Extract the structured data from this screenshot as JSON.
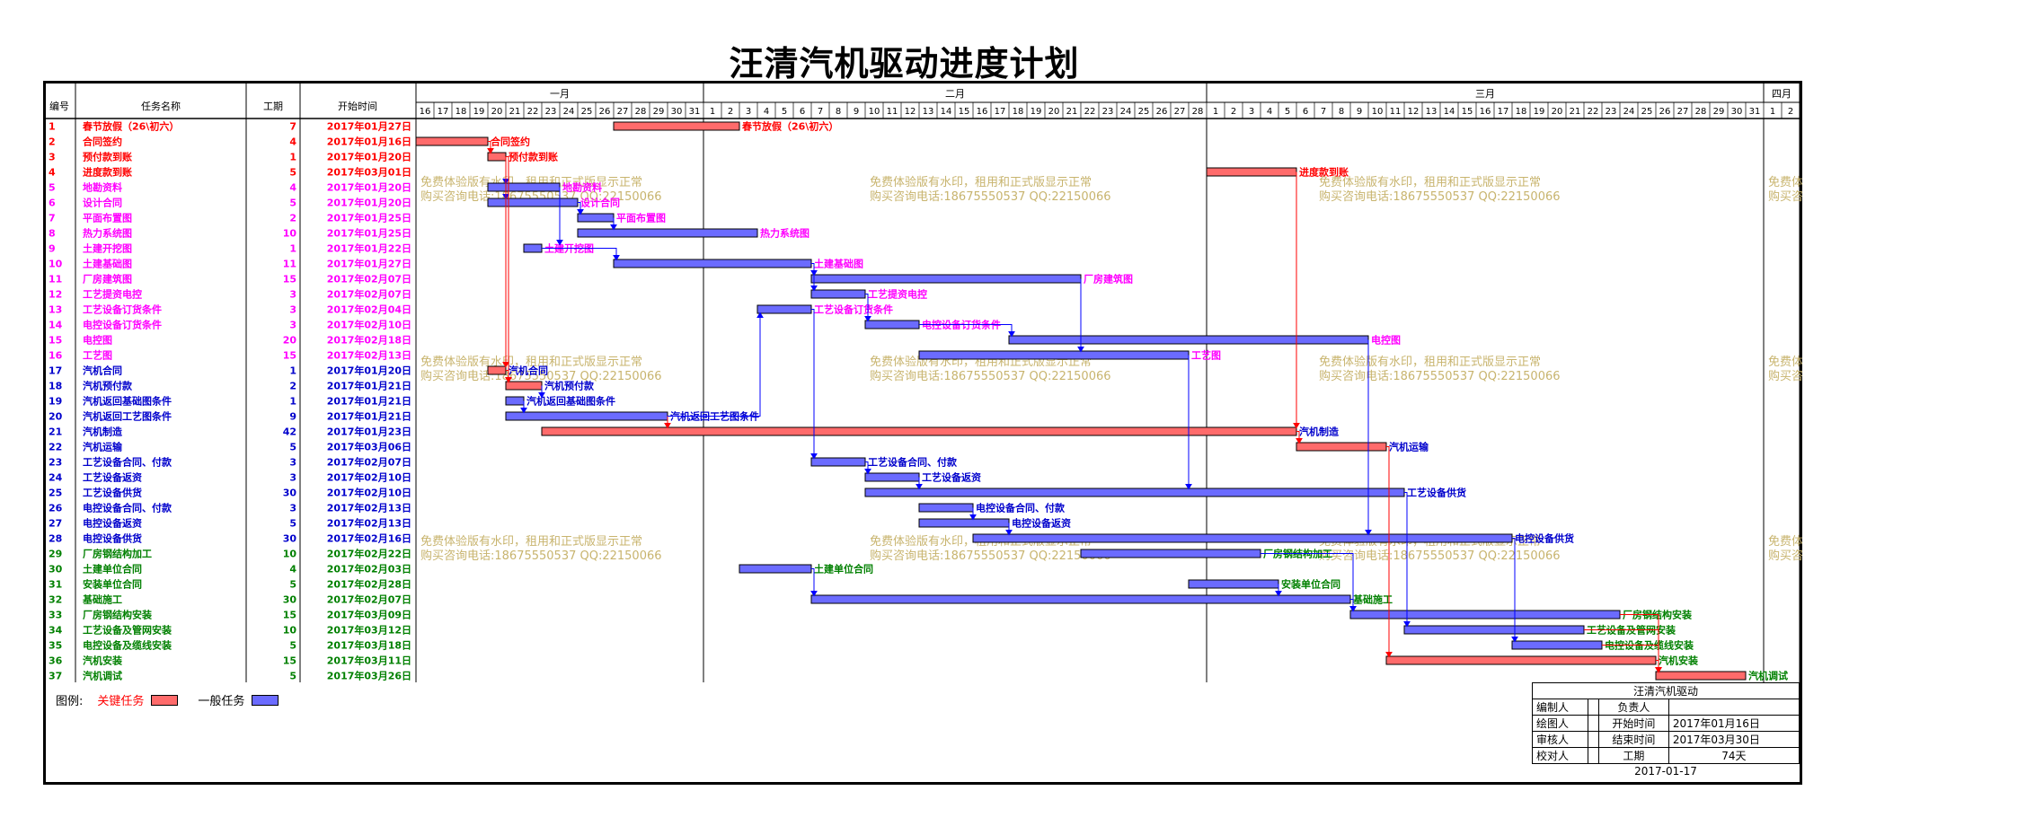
{
  "title": "汪清汽机驱动进度计划",
  "columns": {
    "id": "编号",
    "name": "任务名称",
    "duration": "工期",
    "start": "开始时间"
  },
  "months": [
    {
      "label": "一月",
      "days": [
        16,
        17,
        18,
        19,
        20,
        21,
        22,
        23,
        24,
        25,
        26,
        27,
        28,
        29,
        30,
        31
      ]
    },
    {
      "label": "二月",
      "days": [
        1,
        2,
        3,
        4,
        5,
        6,
        7,
        8,
        9,
        10,
        11,
        12,
        13,
        14,
        15,
        16,
        17,
        18,
        19,
        20,
        21,
        22,
        23,
        24,
        25,
        26,
        27,
        28
      ]
    },
    {
      "label": "三月",
      "days": [
        1,
        2,
        3,
        4,
        5,
        6,
        7,
        8,
        9,
        10,
        11,
        12,
        13,
        14,
        15,
        16,
        17,
        18,
        19,
        20,
        21,
        22,
        23,
        24,
        25,
        26,
        27,
        28,
        29,
        30,
        31
      ]
    },
    {
      "label": "四月",
      "days": [
        1,
        2
      ]
    }
  ],
  "colors": {
    "critical": "#ff6b6b",
    "normal": "#6b6bff",
    "red_text": "#ff0000",
    "magenta_text": "#ff00ff",
    "blue_text": "#0000cc",
    "green_text": "#008000",
    "watermark": "#c8b46e",
    "link": "#0000ff"
  },
  "tasks": [
    {
      "id": "1",
      "name": "春节放假（26\\初六）",
      "label": "春节放假（26\\初六）",
      "duration": "7",
      "start": "2017年01月27日",
      "s": 11,
      "d": 7,
      "type": "critical",
      "color": "red"
    },
    {
      "id": "2",
      "name": "合同签约",
      "label": "合同签约",
      "duration": "4",
      "start": "2017年01月16日",
      "s": 0,
      "d": 4,
      "type": "critical",
      "color": "red"
    },
    {
      "id": "3",
      "name": "预付款到账",
      "label": "预付款到账",
      "duration": "1",
      "start": "2017年01月20日",
      "s": 4,
      "d": 1,
      "type": "critical",
      "color": "red"
    },
    {
      "id": "4",
      "name": "进度款到账",
      "label": "进度款到账",
      "duration": "5",
      "start": "2017年03月01日",
      "s": 44,
      "d": 5,
      "type": "critical",
      "color": "red"
    },
    {
      "id": "5",
      "name": "地勘资料",
      "label": "地勘资料",
      "duration": "4",
      "start": "2017年01月20日",
      "s": 4,
      "d": 4,
      "type": "normal",
      "color": "magenta"
    },
    {
      "id": "6",
      "name": "设计合同",
      "label": "设计合同",
      "duration": "5",
      "start": "2017年01月20日",
      "s": 4,
      "d": 5,
      "type": "normal",
      "color": "magenta"
    },
    {
      "id": "7",
      "name": "平面布置图",
      "label": "平面布置图",
      "duration": "2",
      "start": "2017年01月25日",
      "s": 9,
      "d": 2,
      "type": "normal",
      "color": "magenta"
    },
    {
      "id": "8",
      "name": "热力系统图",
      "label": "热力系统图",
      "duration": "10",
      "start": "2017年01月25日",
      "s": 9,
      "d": 10,
      "type": "normal",
      "color": "magenta"
    },
    {
      "id": "9",
      "name": "土建开挖图",
      "label": "土建开挖图",
      "duration": "1",
      "start": "2017年01月22日",
      "s": 6,
      "d": 1,
      "type": "normal",
      "color": "magenta"
    },
    {
      "id": "10",
      "name": "土建基础图",
      "label": "土建基础图",
      "duration": "11",
      "start": "2017年01月27日",
      "s": 11,
      "d": 11,
      "type": "normal",
      "color": "magenta"
    },
    {
      "id": "11",
      "name": "厂房建筑图",
      "label": "厂房建筑图",
      "duration": "15",
      "start": "2017年02月07日",
      "s": 22,
      "d": 15,
      "type": "normal",
      "color": "magenta"
    },
    {
      "id": "12",
      "name": "工艺提资电控",
      "label": "工艺提资电控",
      "duration": "3",
      "start": "2017年02月07日",
      "s": 22,
      "d": 3,
      "type": "normal",
      "color": "magenta"
    },
    {
      "id": "13",
      "name": "工艺设备订货条件",
      "label": "工艺设备订货条件",
      "duration": "3",
      "start": "2017年02月04日",
      "s": 19,
      "d": 3,
      "type": "normal",
      "color": "magenta"
    },
    {
      "id": "14",
      "name": "电控设备订货条件",
      "label": "电控设备订货条件",
      "duration": "3",
      "start": "2017年02月10日",
      "s": 25,
      "d": 3,
      "type": "normal",
      "color": "magenta"
    },
    {
      "id": "15",
      "name": "电控图",
      "label": "电控图",
      "duration": "20",
      "start": "2017年02月18日",
      "s": 33,
      "d": 20,
      "type": "normal",
      "color": "magenta"
    },
    {
      "id": "16",
      "name": "工艺图",
      "label": "工艺图",
      "duration": "15",
      "start": "2017年02月13日",
      "s": 28,
      "d": 15,
      "type": "normal",
      "color": "magenta"
    },
    {
      "id": "17",
      "name": "汽机合同",
      "label": "汽机合同",
      "duration": "1",
      "start": "2017年01月20日",
      "s": 4,
      "d": 1,
      "type": "critical",
      "color": "blue"
    },
    {
      "id": "18",
      "name": "汽机预付款",
      "label": "汽机预付款",
      "duration": "2",
      "start": "2017年01月21日",
      "s": 5,
      "d": 2,
      "type": "critical",
      "color": "blue"
    },
    {
      "id": "19",
      "name": "汽机返回基础图条件",
      "label": "汽机返回基础图条件",
      "duration": "1",
      "start": "2017年01月21日",
      "s": 5,
      "d": 1,
      "type": "normal",
      "color": "blue"
    },
    {
      "id": "20",
      "name": "汽机返回工艺图条件",
      "label": "汽机返回工艺图条件",
      "duration": "9",
      "start": "2017年01月21日",
      "s": 5,
      "d": 9,
      "type": "normal",
      "color": "blue"
    },
    {
      "id": "21",
      "name": "汽机制造",
      "label": "汽机制造",
      "duration": "42",
      "start": "2017年01月23日",
      "s": 7,
      "d": 42,
      "type": "critical",
      "color": "blue"
    },
    {
      "id": "22",
      "name": "汽机运输",
      "label": "汽机运输",
      "duration": "5",
      "start": "2017年03月06日",
      "s": 49,
      "d": 5,
      "type": "critical",
      "color": "blue"
    },
    {
      "id": "23",
      "name": "工艺设备合同、付款",
      "label": "工艺设备合同、付款",
      "duration": "3",
      "start": "2017年02月07日",
      "s": 22,
      "d": 3,
      "type": "normal",
      "color": "blue"
    },
    {
      "id": "24",
      "name": "工艺设备返资",
      "label": "工艺设备返资",
      "duration": "3",
      "start": "2017年02月10日",
      "s": 25,
      "d": 3,
      "type": "normal",
      "color": "blue"
    },
    {
      "id": "25",
      "name": "工艺设备供货",
      "label": "工艺设备供货",
      "duration": "30",
      "start": "2017年02月10日",
      "s": 25,
      "d": 30,
      "type": "normal",
      "color": "blue"
    },
    {
      "id": "26",
      "name": "电控设备合同、付款",
      "label": "电控设备合同、付款",
      "duration": "3",
      "start": "2017年02月13日",
      "s": 28,
      "d": 3,
      "type": "normal",
      "color": "blue"
    },
    {
      "id": "27",
      "name": "电控设备返资",
      "label": "电控设备返资",
      "duration": "5",
      "start": "2017年02月13日",
      "s": 28,
      "d": 5,
      "type": "normal",
      "color": "blue"
    },
    {
      "id": "28",
      "name": "电控设备供货",
      "label": "电控设备供货",
      "duration": "30",
      "start": "2017年02月16日",
      "s": 31,
      "d": 30,
      "type": "normal",
      "color": "blue"
    },
    {
      "id": "29",
      "name": "厂房钢结构加工",
      "label": "厂房钢结构加工",
      "duration": "10",
      "start": "2017年02月22日",
      "s": 37,
      "d": 10,
      "type": "normal",
      "color": "green"
    },
    {
      "id": "30",
      "name": "土建单位合同",
      "label": "土建单位合同",
      "duration": "4",
      "start": "2017年02月03日",
      "s": 18,
      "d": 4,
      "type": "normal",
      "color": "green"
    },
    {
      "id": "31",
      "name": "安装单位合同",
      "label": "安装单位合同",
      "duration": "5",
      "start": "2017年02月28日",
      "s": 43,
      "d": 5,
      "type": "normal",
      "color": "green"
    },
    {
      "id": "32",
      "name": "基础施工",
      "label": "基础施工",
      "duration": "30",
      "start": "2017年02月07日",
      "s": 22,
      "d": 30,
      "type": "normal",
      "color": "green"
    },
    {
      "id": "33",
      "name": "厂房钢结构安装",
      "label": "厂房钢结构安装",
      "duration": "15",
      "start": "2017年03月09日",
      "s": 52,
      "d": 15,
      "type": "normal",
      "color": "green"
    },
    {
      "id": "34",
      "name": "工艺设备及管网安装",
      "label": "工艺设备及管网安装",
      "duration": "10",
      "start": "2017年03月12日",
      "s": 55,
      "d": 10,
      "type": "normal",
      "color": "green"
    },
    {
      "id": "35",
      "name": "电控设备及缆线安装",
      "label": "电控设备及缆线安装",
      "duration": "5",
      "start": "2017年03月18日",
      "s": 61,
      "d": 5,
      "type": "normal",
      "color": "green"
    },
    {
      "id": "36",
      "name": "汽机安装",
      "label": "汽机安装",
      "duration": "15",
      "start": "2017年03月11日",
      "s": 54,
      "d": 15,
      "type": "critical",
      "color": "green"
    },
    {
      "id": "37",
      "name": "汽机调试",
      "label": "汽机调试",
      "duration": "5",
      "start": "2017年03月26日",
      "s": 69,
      "d": 5,
      "type": "critical",
      "color": "green"
    }
  ],
  "links": [
    [
      2,
      3
    ],
    [
      3,
      5
    ],
    [
      3,
      6
    ],
    [
      3,
      17
    ],
    [
      3,
      18
    ],
    [
      5,
      9
    ],
    [
      6,
      7
    ],
    [
      7,
      8
    ],
    [
      9,
      10
    ],
    [
      10,
      11
    ],
    [
      10,
      12
    ],
    [
      13,
      23
    ],
    [
      12,
      14
    ],
    [
      14,
      15
    ],
    [
      11,
      16
    ],
    [
      17,
      18
    ],
    [
      18,
      19
    ],
    [
      19,
      20
    ],
    [
      20,
      21
    ],
    [
      4,
      21
    ],
    [
      21,
      22
    ],
    [
      22,
      36
    ],
    [
      36,
      37
    ],
    [
      23,
      24
    ],
    [
      24,
      25
    ],
    [
      26,
      27
    ],
    [
      27,
      28
    ],
    [
      25,
      34
    ],
    [
      28,
      35
    ],
    [
      30,
      32
    ],
    [
      29,
      33
    ],
    [
      31,
      32
    ],
    [
      32,
      33
    ],
    [
      33,
      37
    ],
    [
      34,
      37
    ],
    [
      35,
      37
    ],
    [
      16,
      25
    ],
    [
      15,
      28
    ],
    [
      20,
      13
    ]
  ],
  "watermark": {
    "line1": "免费体验版有水印，租用和正式版显示正常",
    "line2": "购买咨询电话:18675550537 QQ:22150066"
  },
  "legend": {
    "label": "图例:",
    "critical": "关键任务",
    "normal": "一般任务"
  },
  "info": {
    "project": "汪清汽机驱动",
    "compiler_label": "编制人",
    "owner_label": "负责人",
    "drawer_label": "绘图人",
    "start_label": "开始时间",
    "start_value": "2017年01月16日",
    "reviewer_label": "审核人",
    "end_label": "结束时间",
    "end_value": "2017年03月30日",
    "checker_label": "校对人",
    "duration_label": "工期",
    "duration_value": "74天",
    "date": "2017-01-17"
  }
}
